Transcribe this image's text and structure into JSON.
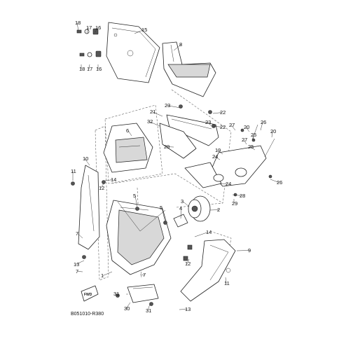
{
  "diagram_code": "B051010-R380",
  "fwd_label": "FWD",
  "callouts": [
    "1",
    "2",
    "3",
    "4",
    "5",
    "5",
    "6",
    "7",
    "7",
    "7",
    "8",
    "9",
    "10",
    "11",
    "11",
    "12",
    "12",
    "13",
    "13",
    "14",
    "14",
    "15",
    "16",
    "16",
    "17",
    "17",
    "18",
    "18",
    "19",
    "20",
    "20",
    "21",
    "22",
    "22",
    "23",
    "23",
    "24",
    "24",
    "25",
    "25",
    "26",
    "26",
    "27",
    "27",
    "28",
    "29",
    "29",
    "30",
    "31",
    "31",
    "32"
  ]
}
